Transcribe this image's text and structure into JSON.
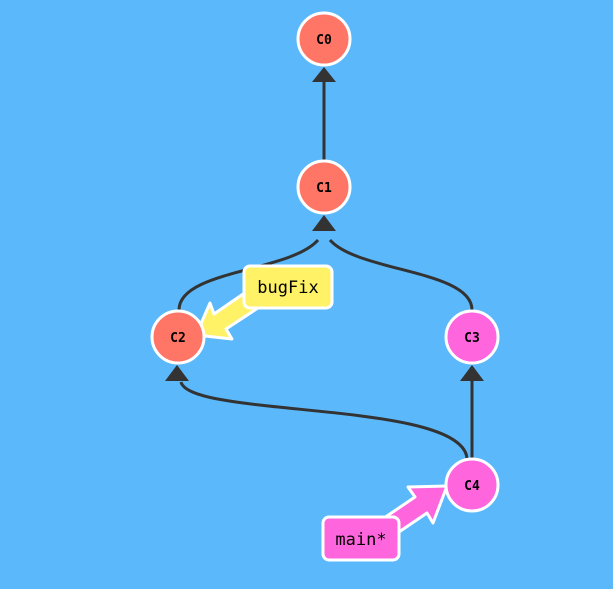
{
  "colors": {
    "background": "#5bb8fb",
    "edge": "#333333",
    "node_border": "#ffffff",
    "bugFix_node": "#ff7566",
    "main_node": "#ff66dd",
    "bugFix_branch": "#fff266",
    "main_branch": "#ff66dd"
  },
  "commits": [
    {
      "id": "C0",
      "branch": "bugFix"
    },
    {
      "id": "C1",
      "branch": "bugFix"
    },
    {
      "id": "C2",
      "branch": "bugFix"
    },
    {
      "id": "C3",
      "branch": "main"
    },
    {
      "id": "C4",
      "branch": "main"
    }
  ],
  "edges": [
    {
      "from": "C1",
      "to": "C0"
    },
    {
      "from": "C2",
      "to": "C1"
    },
    {
      "from": "C3",
      "to": "C1"
    },
    {
      "from": "C4",
      "to": "C3"
    },
    {
      "from": "C4",
      "to": "C2"
    }
  ],
  "branches": [
    {
      "name": "bugFix",
      "target": "C2"
    },
    {
      "name": "main*",
      "target": "C4"
    }
  ]
}
